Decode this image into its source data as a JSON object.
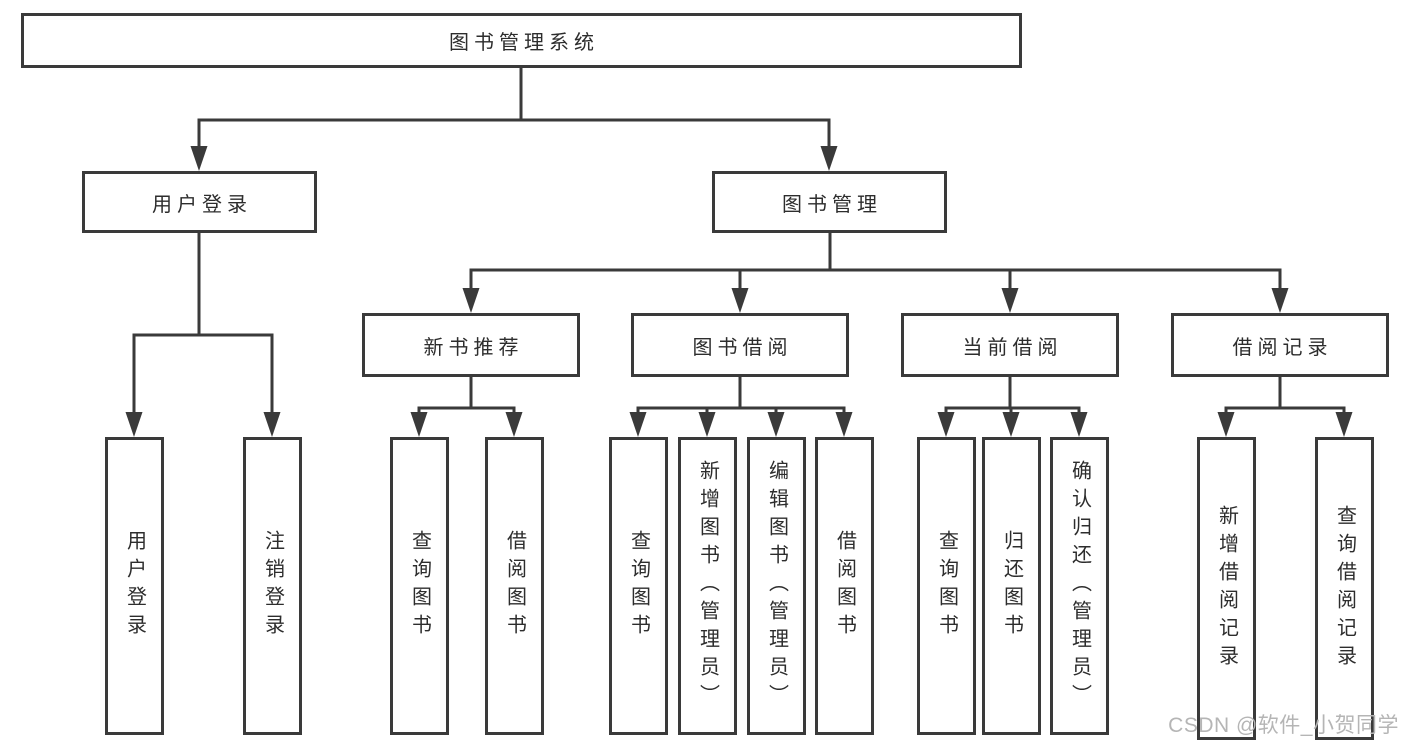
{
  "diagram": {
    "root": {
      "label": "图书管理系统"
    },
    "level2": {
      "user_login": {
        "label": "用户登录"
      },
      "book_management": {
        "label": "图书管理"
      }
    },
    "level3": {
      "new_book_recommend": {
        "label": "新书推荐"
      },
      "book_borrowing": {
        "label": "图书借阅"
      },
      "current_borrowing": {
        "label": "当前借阅"
      },
      "borrowing_records": {
        "label": "借阅记录"
      }
    },
    "leaves": {
      "user_login_children": [
        {
          "label": "用户登录"
        },
        {
          "label": "注销登录"
        }
      ],
      "new_book_children": [
        {
          "label": "查询图书"
        },
        {
          "label": "借阅图书"
        }
      ],
      "book_borrowing_children": [
        {
          "label": "查询图书"
        },
        {
          "label": "新增图书（管理员）"
        },
        {
          "label": "编辑图书（管理员）"
        },
        {
          "label": "借阅图书"
        }
      ],
      "current_borrowing_children": [
        {
          "label": "查询图书"
        },
        {
          "label": "归还图书"
        },
        {
          "label": "确认归还（管理员）"
        }
      ],
      "borrowing_records_children": [
        {
          "label": "新增借阅记录"
        },
        {
          "label": "查询借阅记录"
        }
      ]
    },
    "colors": {
      "line": "#3a3a3a",
      "text": "#2d2d2d",
      "watermark": "#b5b5b5",
      "background": "#ffffff"
    },
    "watermark": "CSDN @软件_小贺同学"
  }
}
